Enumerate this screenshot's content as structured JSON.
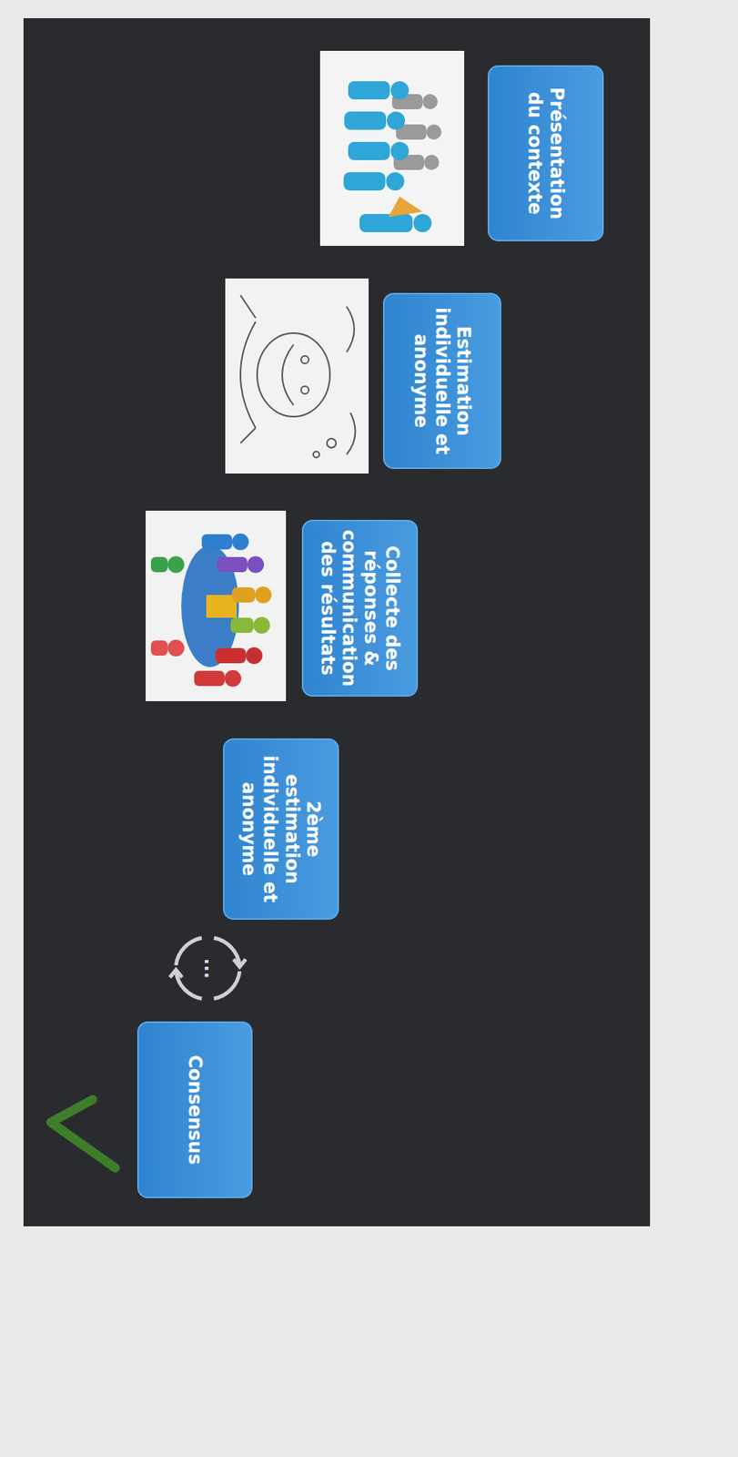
{
  "diagram": {
    "nodes": [
      {
        "text": [
          "Présentation du contexte"
        ]
      },
      {
        "text": [
          "Estimation individuelle et anonyme"
        ]
      },
      {
        "text": [
          "Collecte des réponses & communication des résultats"
        ]
      },
      {
        "text": [
          "2ème estimation individuelle et anonyme"
        ]
      },
      {
        "text": [
          "Consensus"
        ]
      }
    ],
    "labels": [
      "..."
    ]
  }
}
